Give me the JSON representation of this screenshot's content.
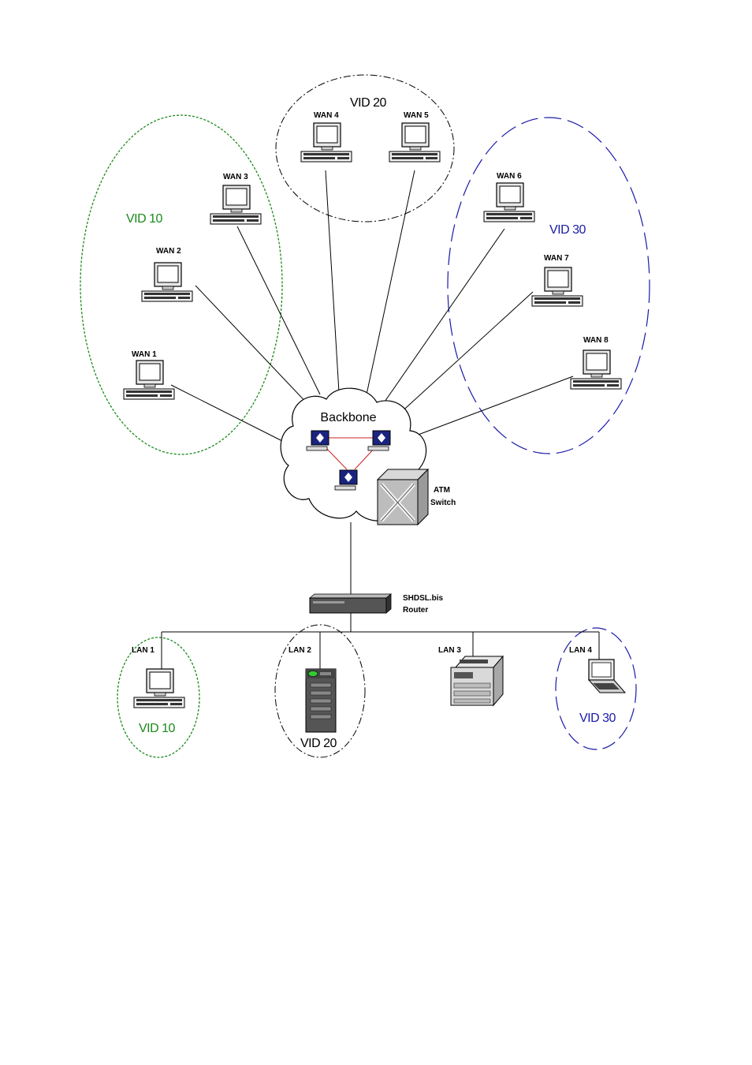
{
  "colors": {
    "vlan10": "#1a8a1a",
    "vlan20": "#000000",
    "vlan30": "#1a1aa8",
    "backbone_ring": "#cc2222"
  },
  "vlans": {
    "vid10": "VID 10",
    "vid20": "VID 20",
    "vid30": "VID 30"
  },
  "backbone": {
    "label": "Backbone"
  },
  "atm_switch": {
    "line1": "ATM",
    "line2": "Switch"
  },
  "router": {
    "line1": "SHDSL.bis",
    "line2": "Router"
  },
  "wan": {
    "wan1": "WAN 1",
    "wan2": "WAN 2",
    "wan3": "WAN 3",
    "wan4": "WAN 4",
    "wan5": "WAN 5",
    "wan6": "WAN 6",
    "wan7": "WAN 7",
    "wan8": "WAN 8"
  },
  "lan": {
    "lan1": "LAN 1",
    "lan2": "LAN 2",
    "lan3": "LAN 3",
    "lan4": "LAN 4"
  },
  "device_icons": {
    "wan_hosts": "desktop-computer-icon",
    "backbone_nodes": "router-node-icon",
    "atm": "atm-switch-icon",
    "shdsl": "rack-router-icon",
    "lan1": "desktop-computer-icon",
    "lan2": "server-tower-icon",
    "lan3": "printer-icon",
    "lan4": "laptop-icon"
  }
}
